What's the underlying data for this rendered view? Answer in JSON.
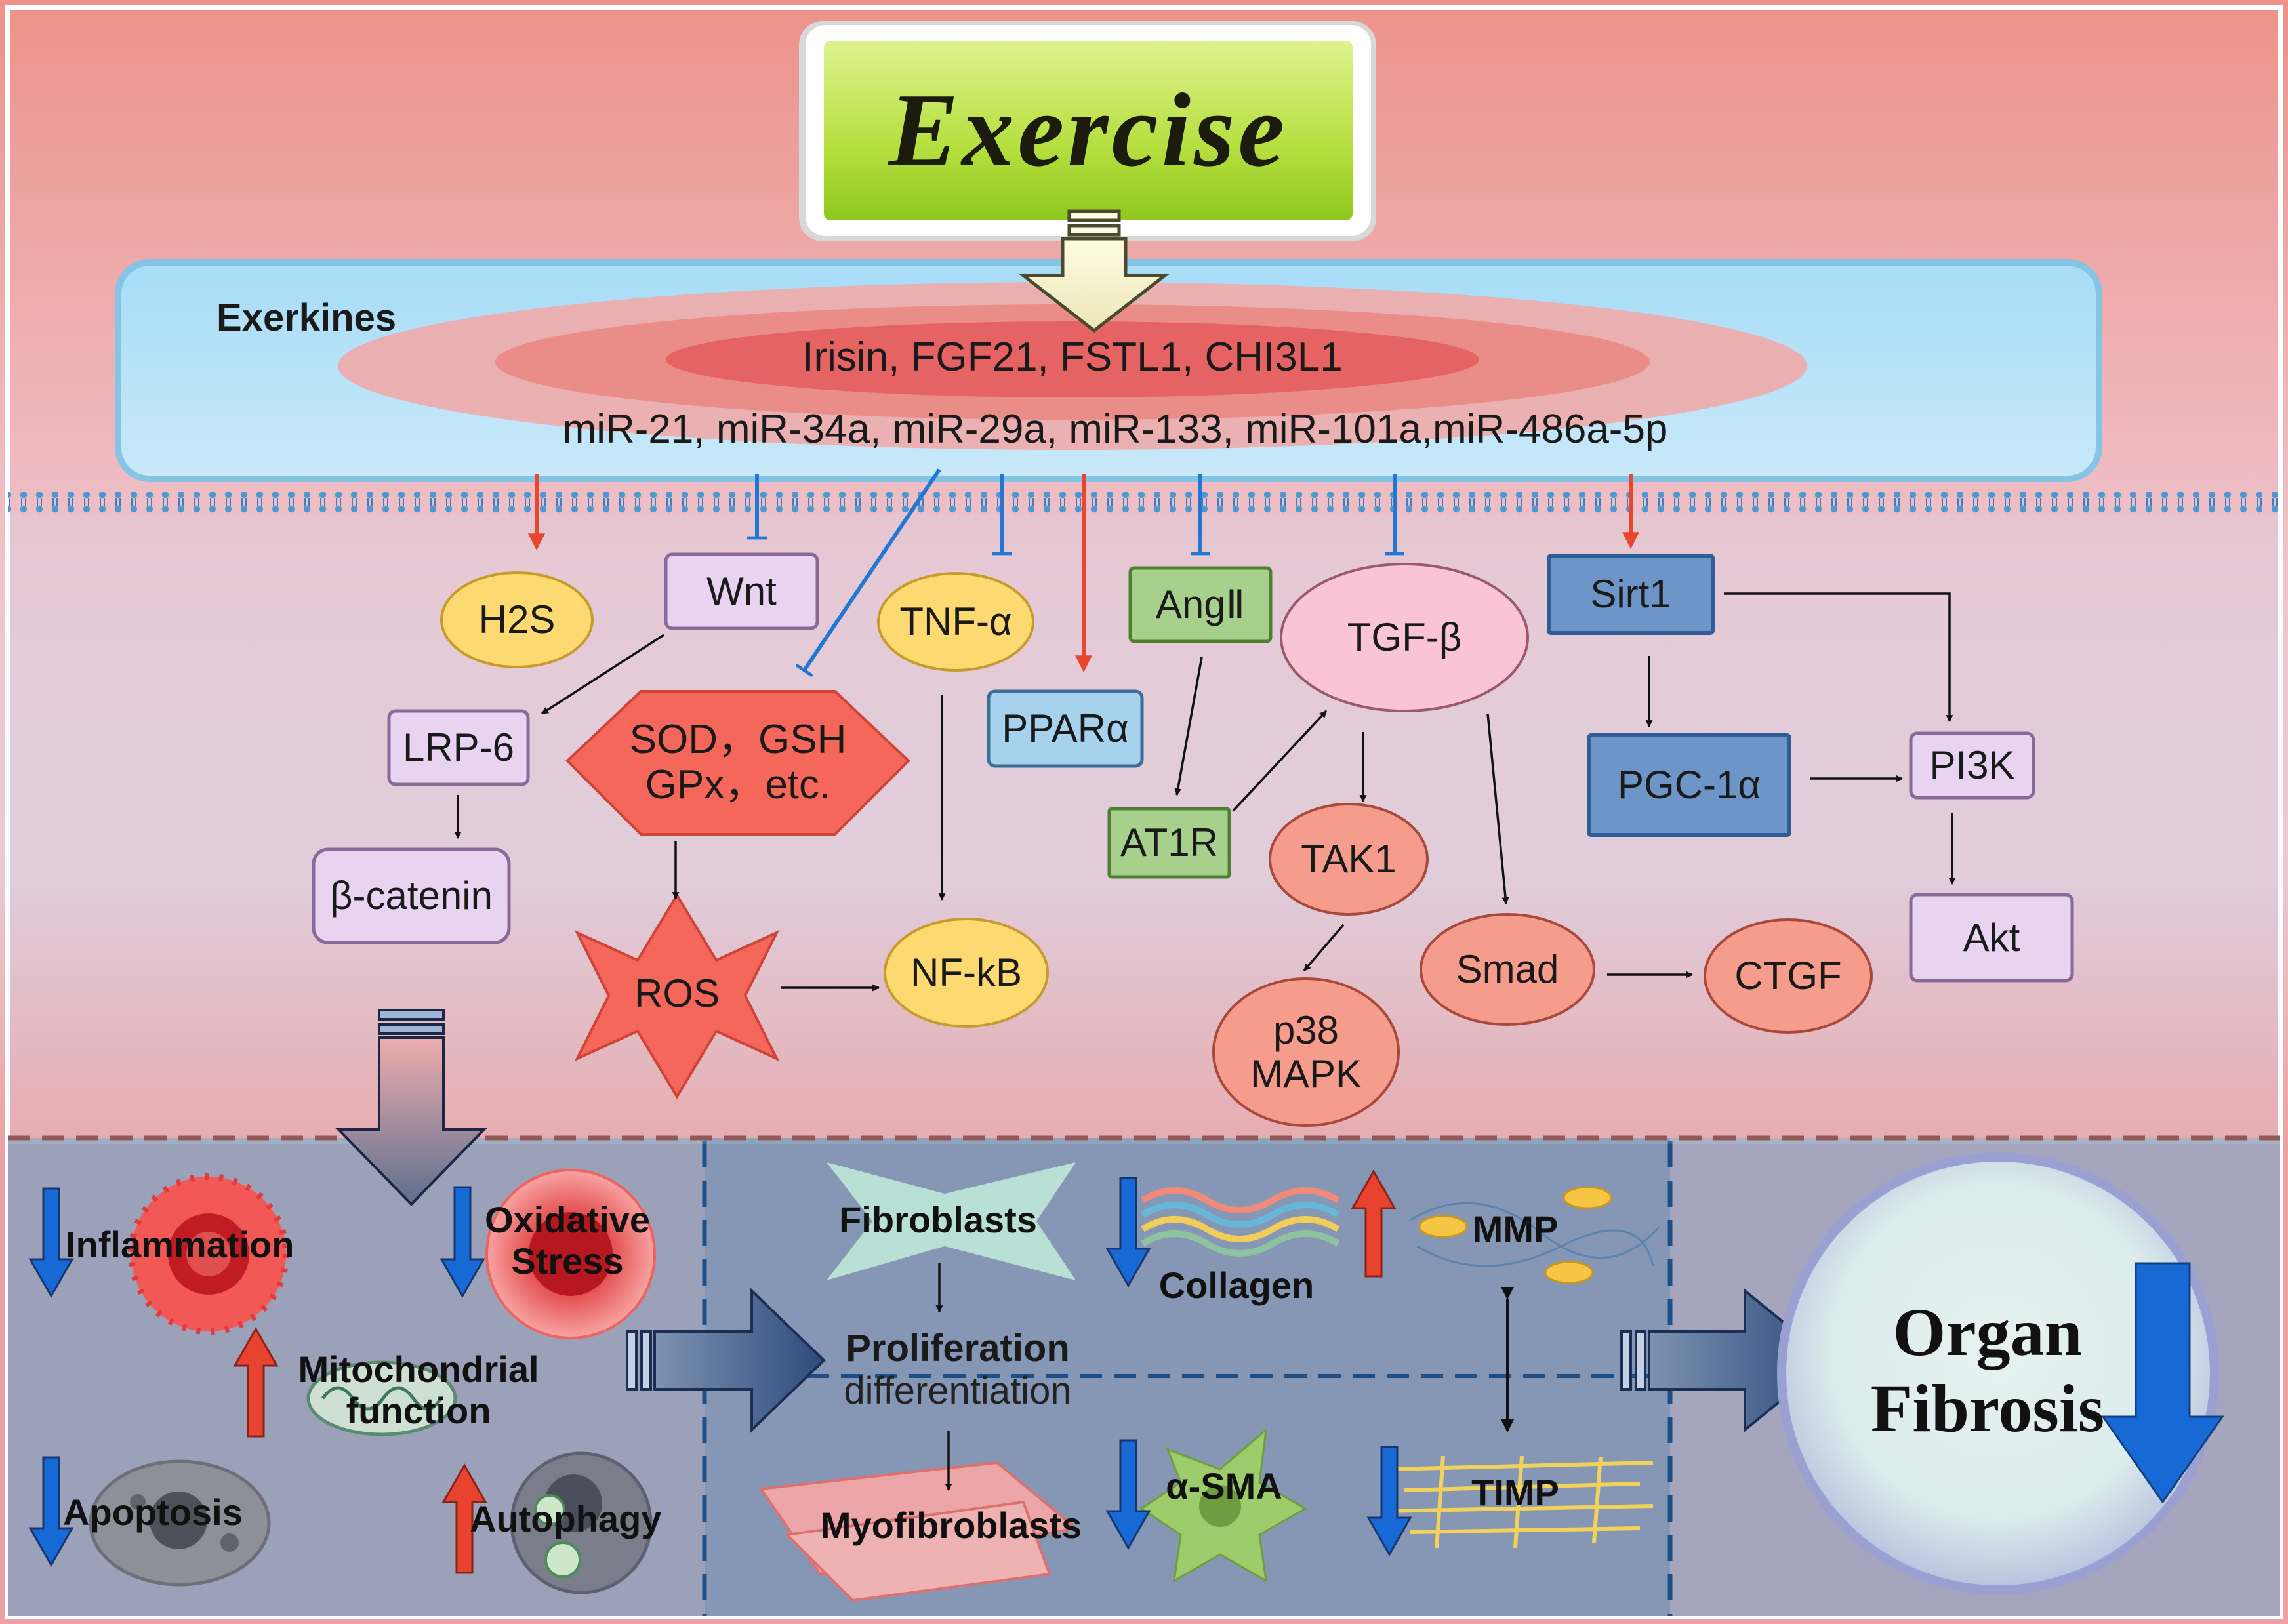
{
  "title": "Exercise",
  "exerkines": {
    "label": "Exerkines",
    "proteins": "Irisin, FGF21, FSTL1, CHI3L1",
    "mirnas": "miR-21, miR-34a, miR-29a, miR-133, miR-101a,miR-486a-5p"
  },
  "nodes": {
    "h2s": "H2S",
    "wnt": "Wnt",
    "tnfa": "TNF-α",
    "ang2": "AngⅡ",
    "tgfb": "TGF-β",
    "sirt1": "Sirt1",
    "lrp6": "LRP-6",
    "antioxidants": [
      "SOD，GSH",
      "GPx，etc."
    ],
    "ppara": "PPARα",
    "at1r": "AT1R",
    "tak1": "TAK1",
    "pgc1a": "PGC-1α",
    "pi3k": "PI3K",
    "bcatenin": "β-catenin",
    "ros": "ROS",
    "nfkb": "NF-kB",
    "smad": "Smad",
    "ctgf": "CTGF",
    "akt": "Akt",
    "p38mapk": [
      "p38",
      "MAPK"
    ]
  },
  "effects": {
    "inflammation": "Inflammation",
    "oxidative_stress": [
      "Oxidative",
      "Stress"
    ],
    "mitochondrial": [
      "Mitochondrial",
      "function"
    ],
    "apoptosis": "Apoptosis",
    "autophagy": "Autophagy",
    "fibroblasts": "Fibroblasts",
    "proliferation": "Proliferation",
    "differentiation": "differentiation",
    "myofibroblasts": "Myofibroblasts",
    "collagen": "Collagen",
    "mmp": "MMP",
    "asma": "α-SMA",
    "timp": "TIMP"
  },
  "outcome": [
    "Organ",
    "Fibrosis"
  ],
  "colors": {
    "promote_arrow": "#e8472e",
    "inhibit_arrow": "#2277d4",
    "down_arrow": "#1769d6",
    "up_arrow": "#e8432f",
    "exercise_fill": "#b9e04a",
    "membrane": "#3b88c9",
    "bottom_panel": "#8296b4"
  }
}
